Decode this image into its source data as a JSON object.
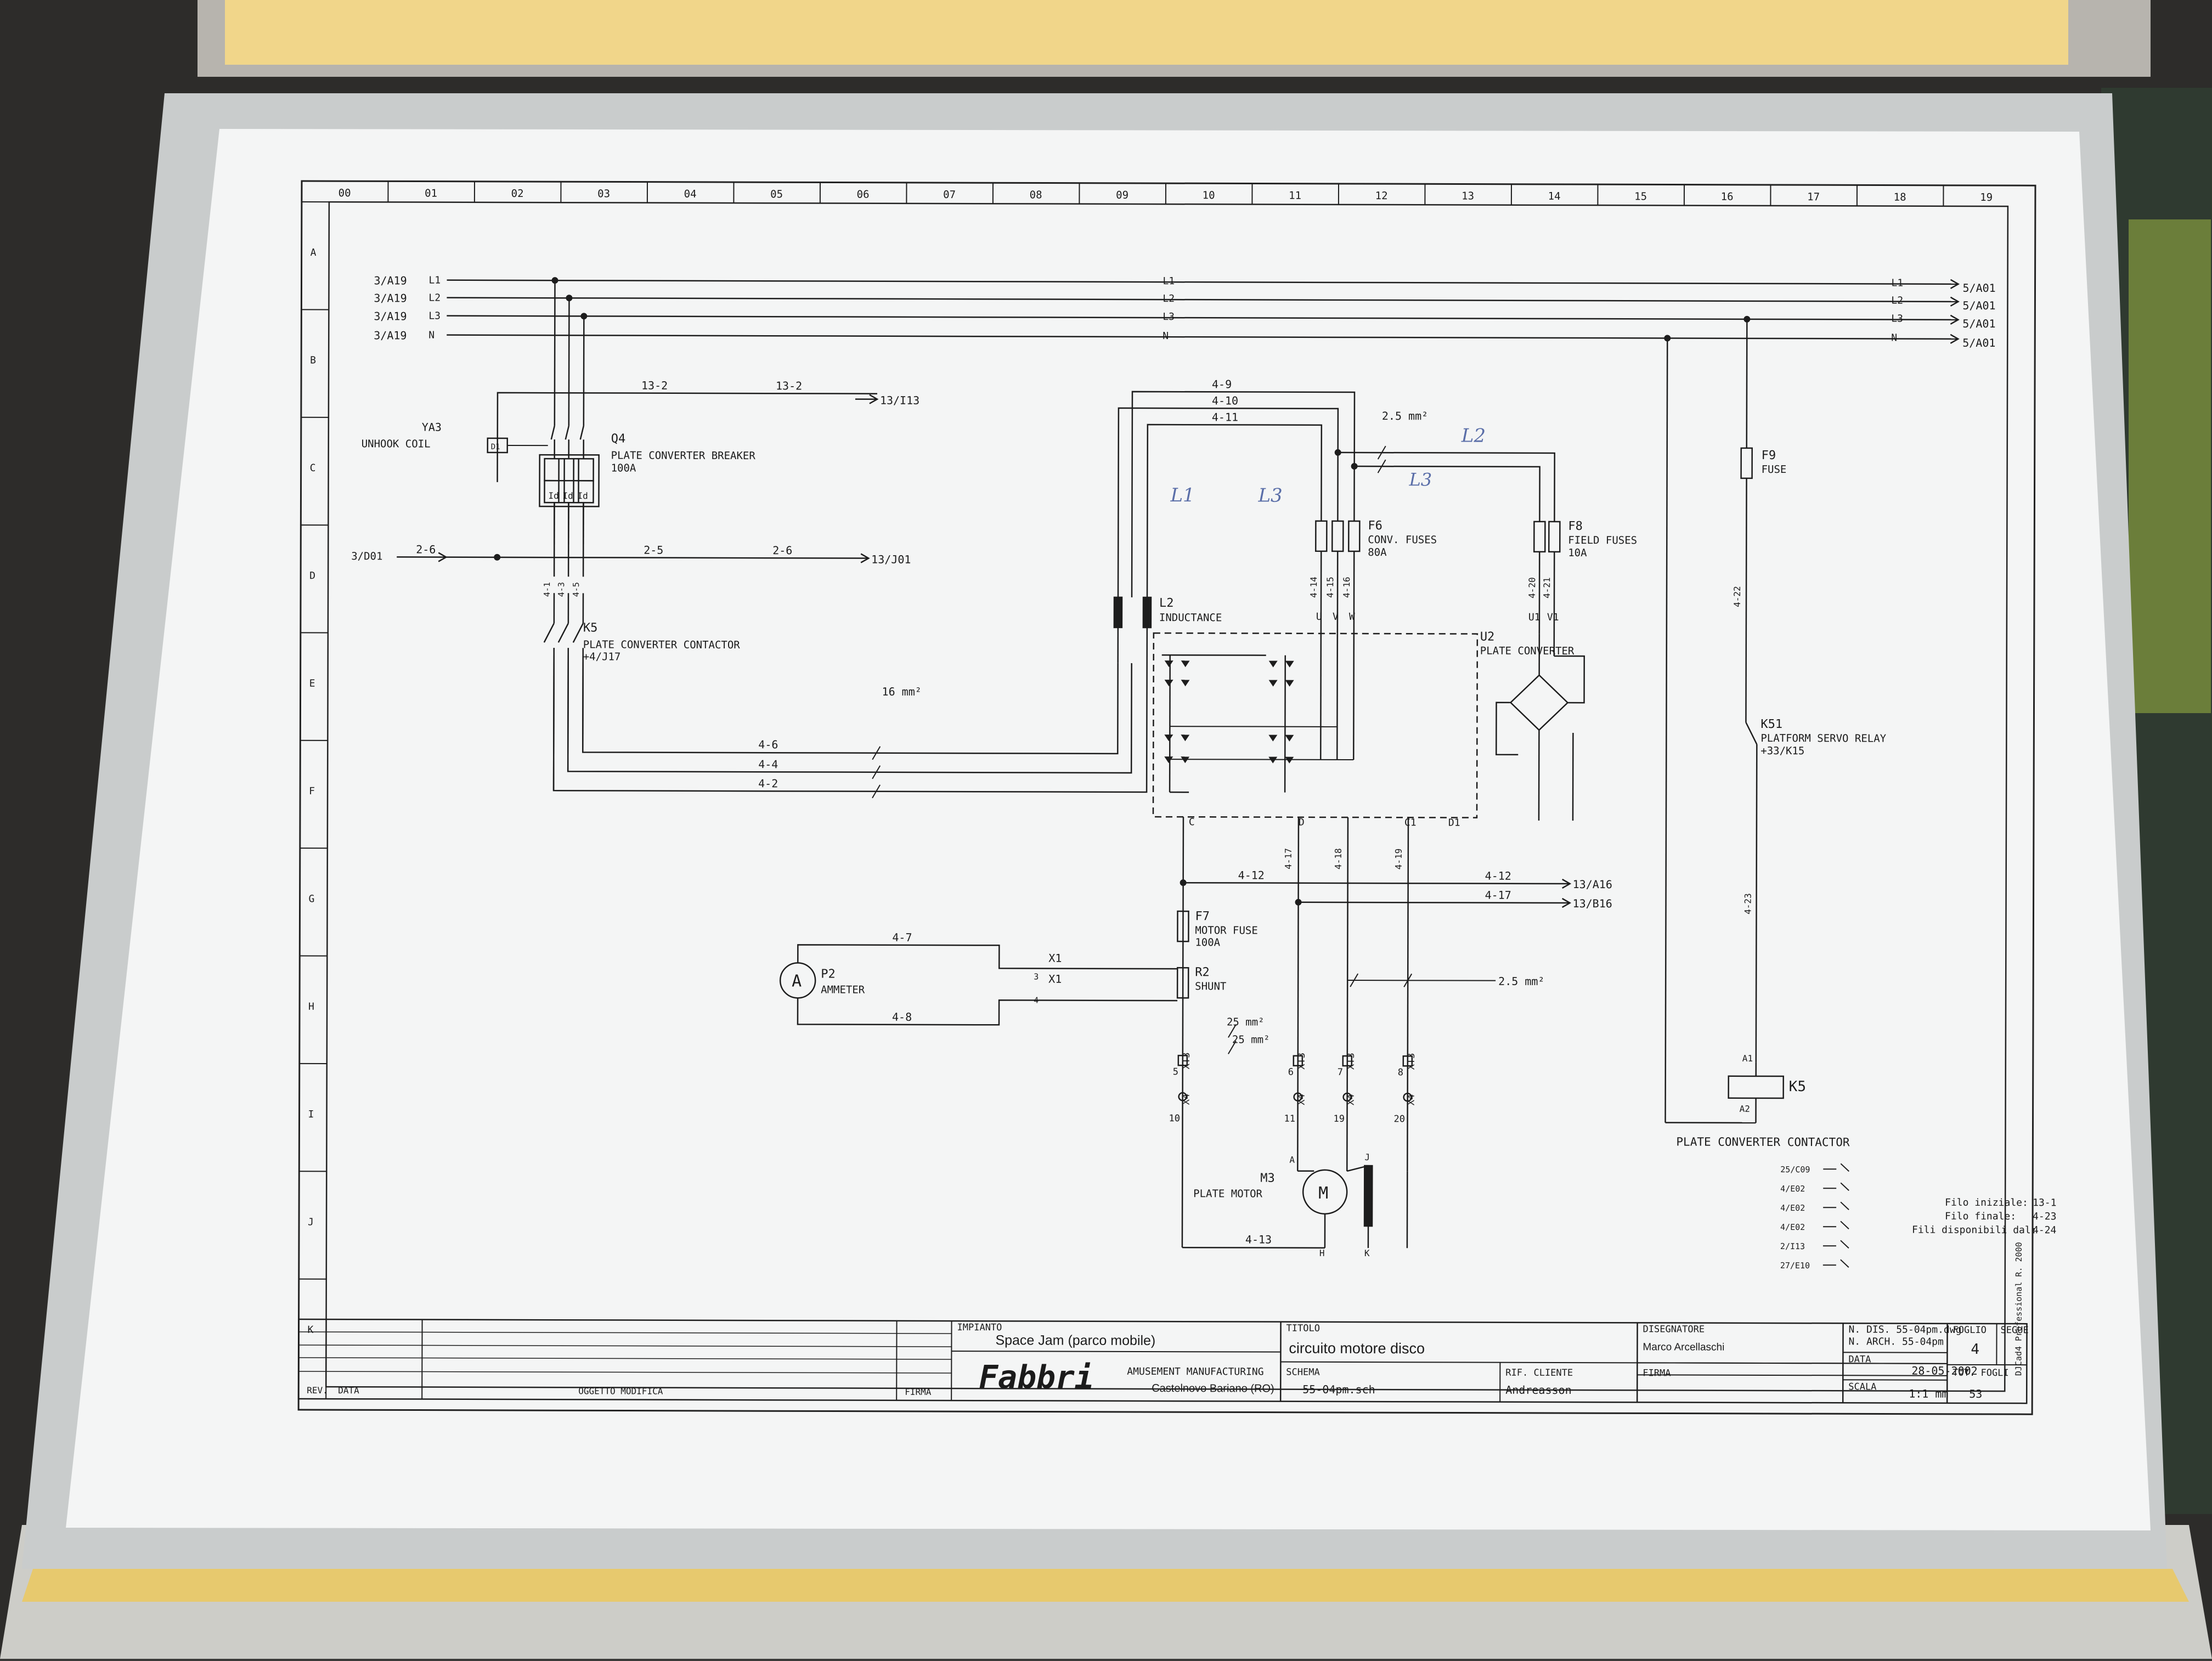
{
  "columns": [
    "00",
    "01",
    "02",
    "03",
    "04",
    "05",
    "06",
    "07",
    "08",
    "09",
    "10",
    "11",
    "12",
    "13",
    "14",
    "15",
    "16",
    "17",
    "18",
    "19"
  ],
  "rows": [
    "A",
    "B",
    "C",
    "D",
    "E",
    "F",
    "G",
    "H",
    "I",
    "J",
    "K"
  ],
  "bus_left": [
    {
      "ref": "3/A19",
      "line": "L1"
    },
    {
      "ref": "3/A19",
      "line": "L2"
    },
    {
      "ref": "3/A19",
      "line": "L3"
    },
    {
      "ref": "3/A19",
      "line": "N"
    }
  ],
  "bus_mid": [
    "L1",
    "L2",
    "L3",
    "N"
  ],
  "bus_right": [
    {
      "line": "L1",
      "ref": "5/A01"
    },
    {
      "line": "L2",
      "ref": "5/A01"
    },
    {
      "line": "L3",
      "ref": "5/A01"
    },
    {
      "line": "N",
      "ref": "5/A01"
    }
  ],
  "components": {
    "ya3": {
      "tag": "YA3",
      "desc": "UNHOOK COIL",
      "mark": "D1"
    },
    "q4": {
      "tag": "Q4",
      "desc": "PLATE CONVERTER BREAKER",
      "rating": "100A",
      "pole": "Id"
    },
    "k5": {
      "tag": "K5",
      "desc": "PLATE CONVERTER CONTACTOR",
      "ref": "+4/J17"
    },
    "l2": {
      "tag": "L2",
      "desc": "INDUCTANCE"
    },
    "f6": {
      "tag": "F6",
      "desc": "CONV. FUSES",
      "rating": "80A"
    },
    "f8": {
      "tag": "F8",
      "desc": "FIELD FUSES",
      "rating": "10A"
    },
    "u2": {
      "tag": "U2",
      "desc": "PLATE CONVERTER"
    },
    "f7": {
      "tag": "F7",
      "desc": "MOTOR FUSE",
      "rating": "100A"
    },
    "r2": {
      "tag": "R2",
      "desc": "SHUNT"
    },
    "p2": {
      "tag": "P2",
      "desc": "AMMETER",
      "symbol": "A"
    },
    "m3": {
      "tag": "M3",
      "desc": "PLATE MOTOR",
      "symbol": "M"
    },
    "f9": {
      "tag": "F9",
      "desc": "FUSE"
    },
    "k51": {
      "tag": "K51",
      "desc": "PLATFORM SERVO RELAY",
      "ref": "+33/K15"
    },
    "k5coil": {
      "tag": "K5",
      "desc": "PLATE CONVERTER CONTACTOR",
      "a1": "A1",
      "a2": "A2"
    }
  },
  "wires": {
    "w13_2": "13-2",
    "ref13_113": "13/I13",
    "ref3_d01": "3/D01",
    "w2_6": "2-6",
    "w2_5": "2-5",
    "ref13_j01": "13/J01",
    "w4_9": "4-9",
    "w4_10": "4-10",
    "w4_11": "4-11",
    "w4_6": "4-6",
    "w4_4": "4-4",
    "w4_2": "4-2",
    "w4_14": "4-14",
    "w4_15": "4-15",
    "w4_16": "4-16",
    "w4_20": "4-20",
    "w4_21": "4-21",
    "w4_17": "4-17",
    "w4_18": "4-18",
    "w4_19": "4-19",
    "w4_12": "4-12",
    "ref13_a16": "13/A16",
    "ref13_b16": "13/B16",
    "w4_7": "4-7",
    "w4_8": "4-8",
    "w4_13": "4-13",
    "w4_22": "4-22",
    "w4_23": "4-23",
    "w4_1": "4-1",
    "w4_3": "4-3",
    "w4_5": "4-5",
    "sec2_5a": "2.5 mm²",
    "sec16": "16 mm²",
    "sec25a": "25 mm²",
    "sec25b": "25 mm²",
    "sec2_5b": "2.5 mm²"
  },
  "terminals": {
    "u": "U",
    "v": "V",
    "w": "W",
    "u1": "U1",
    "v1": "V1",
    "c": "C",
    "d": "D",
    "c1": "C1",
    "d1": "D1",
    "x1a": "X1",
    "x1b": "X1",
    "t3": "3",
    "t4": "4",
    "xt3": "XT3",
    "x4": "X4",
    "n5": "5",
    "n6": "6",
    "n7": "7",
    "n8": "8",
    "n10": "10",
    "n11": "11",
    "n19": "19",
    "n20": "20",
    "ma": "A",
    "mh": "H",
    "fj": "J",
    "fk": "K"
  },
  "handnotes": [
    "L1",
    "L3",
    "L3",
    "L2"
  ],
  "wire_table": {
    "refs": [
      "25/C09",
      "4/E02",
      "4/E02",
      "4/E02",
      "2/I13",
      "27/E10"
    ],
    "filo_iniziale_label": "Filo iniziale:",
    "filo_iniziale": "13-1",
    "filo_finale_label": "Filo finale:",
    "filo_finale": "4-23",
    "fili_disp_label": "Fili disponibili dal:",
    "fili_disp": "4-24"
  },
  "title_block": {
    "impianto_label": "IMPIANTO",
    "impianto": "Space Jam (parco mobile)",
    "logo": "Fabbri",
    "company": "AMUSEMENT MANUFACTURING",
    "location": "Castelnovo Bariano (RO)",
    "titolo_label": "TITOLO",
    "titolo": "circuito motore disco",
    "schema_label": "SCHEMA",
    "schema": "55-04pm.sch",
    "cliente_label": "RIF. CLIENTE",
    "cliente": "Andreasson",
    "disegnatore_label": "DISEGNATORE",
    "disegnatore": "Marco Arcellaschi",
    "firma_label": "FIRMA",
    "ndis": "N. DIS. 55-04pm.dwg",
    "narch": "N. ARCH. 55-04pm",
    "data_label": "DATA",
    "data": "28-05-2002",
    "scala_label": "SCALA",
    "scala": "1:1  mm",
    "foglio_label": "FOGLIO",
    "foglio": "4",
    "segue_label": "SEGUE",
    "totfogli_label": "TOT. FOGLI",
    "totfogli": "53",
    "rev_label": "REV.",
    "data_rev_label": "DATA",
    "oggetto_label": "OGGETTO MODIFICA",
    "firma2_label": "FIRMA",
    "watermark": "DJCad4 Professional R. 2000"
  }
}
